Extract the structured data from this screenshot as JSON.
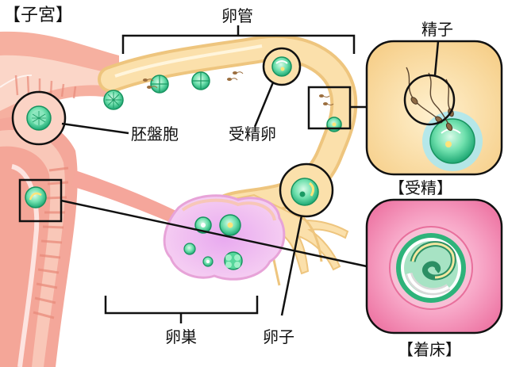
{
  "title": "【子宮】",
  "labels": {
    "oviduct": "卵管",
    "placenta_cell": "胚盤胞",
    "fertilized_egg": "受精卵",
    "sperm": "精子",
    "fertilization": "【受精】",
    "implantation": "【着床】",
    "ovary": "卵巣",
    "egg": "卵子"
  },
  "colors": {
    "uterus_outer": "#f4a79a",
    "uterus_inner": "#fbd3c5",
    "endometrium": "#f5b9b0",
    "tube": "#fbe0ab",
    "tube_edge": "#eec57e",
    "ovary": "#f5c6ee",
    "cell": "#35c98f",
    "inset_bg": "#fbe5b8",
    "implant_bg": "#f58fb5"
  }
}
